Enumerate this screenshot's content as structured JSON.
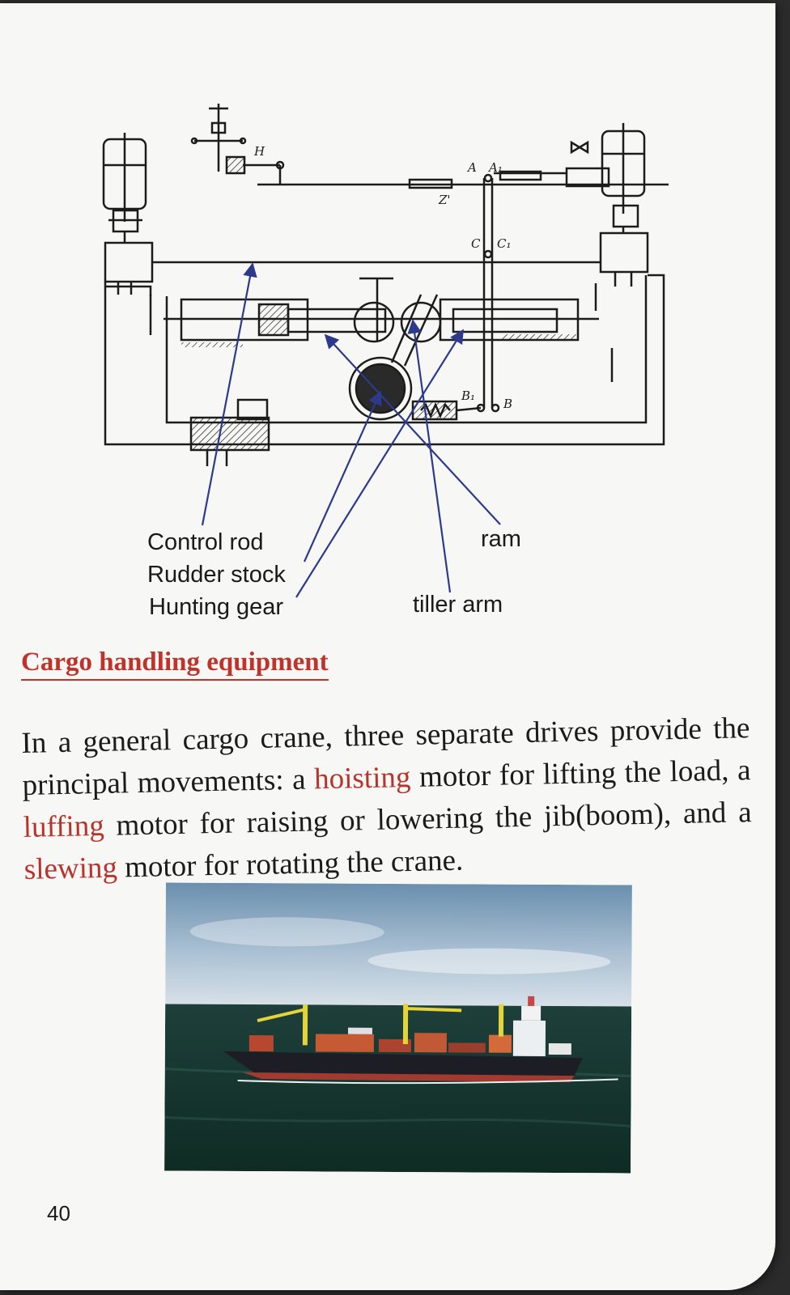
{
  "diagram": {
    "letters": {
      "H": "H",
      "A": "A",
      "A1": "A₁",
      "Z": "Z'",
      "C": "C",
      "C1": "C₁",
      "B1": "B₁",
      "B": "B"
    },
    "labels": {
      "control_rod": "Control rod",
      "rudder_stock": "Rudder stock",
      "hunting_gear": "Hunting gear",
      "ram": "ram",
      "tiller_arm": "tiller arm"
    }
  },
  "section": {
    "heading": "Cargo handling equipment",
    "paragraph": {
      "t1": "In a general cargo crane, three separate drives provide the principal movements: a ",
      "k1": "hoisting",
      "t2": " motor for lifting the load, a ",
      "k2": "luffing",
      "t3": " motor for raising or lowering the jib(boom), and a ",
      "k3": "slewing",
      "t4": " motor for rotating the crane."
    }
  },
  "page_number": "40",
  "colors": {
    "heading": "#c0332a",
    "keyword": "#b8332c",
    "arrow": "#2d3a8c",
    "page": "#f7f7f5"
  }
}
